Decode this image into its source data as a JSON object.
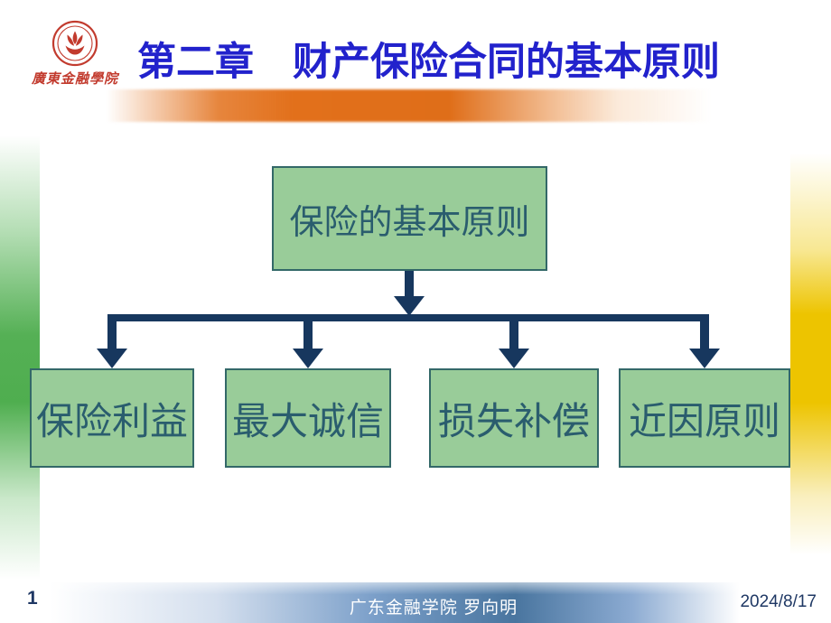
{
  "logo": {
    "icon": "university-emblem-icon",
    "caption": "廣東金融學院"
  },
  "header": {
    "title": "第二章　财产保险合同的基本原则"
  },
  "diagram": {
    "type": "tree",
    "root_label": "保险的基本原则",
    "children": [
      "保险利益",
      "最大诚信",
      "损失补偿",
      "近因原则"
    ]
  },
  "footer": {
    "page_number": "1",
    "center_text": "广东金融学院 罗向明",
    "date": "2024/8/17"
  },
  "colors": {
    "title_blue": "#2222CC",
    "box_fill": "#99CC99",
    "box_border": "#336868",
    "box_text": "#2A5D6E",
    "arrow_navy": "#17375E",
    "orange_bar": "#E2701B",
    "left_band_green": "#55B055",
    "right_band_yellow": "#EDC400",
    "footer_blue": "#49759F",
    "footer_center_text": "#FFFFFF",
    "footer_side_text": "#1F3864",
    "logo_red": "#C23B2E"
  }
}
